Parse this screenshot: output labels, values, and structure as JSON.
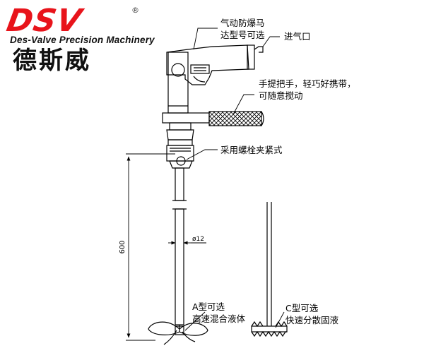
{
  "logo": {
    "mark": "DSV",
    "registered": "®",
    "company_en": "Des-Valve Precision Machinery",
    "company_cn": "德斯威"
  },
  "callouts": {
    "motor": [
      "气动防爆马",
      "达型号可选"
    ],
    "air_inlet": "进气口",
    "handle": [
      "手提把手，轻巧好携带，",
      "可随意搅动"
    ],
    "clamp": "采用螺栓夹紧式",
    "impeller_a": [
      "A型可选",
      "高速混合液体"
    ],
    "impeller_c": [
      "C型可选",
      "快速分散固液"
    ]
  },
  "dimensions": {
    "shaft_length": "600",
    "shaft_diameter": "ø12"
  },
  "colors": {
    "line": "#000000",
    "brand_red": "#e8141b"
  }
}
